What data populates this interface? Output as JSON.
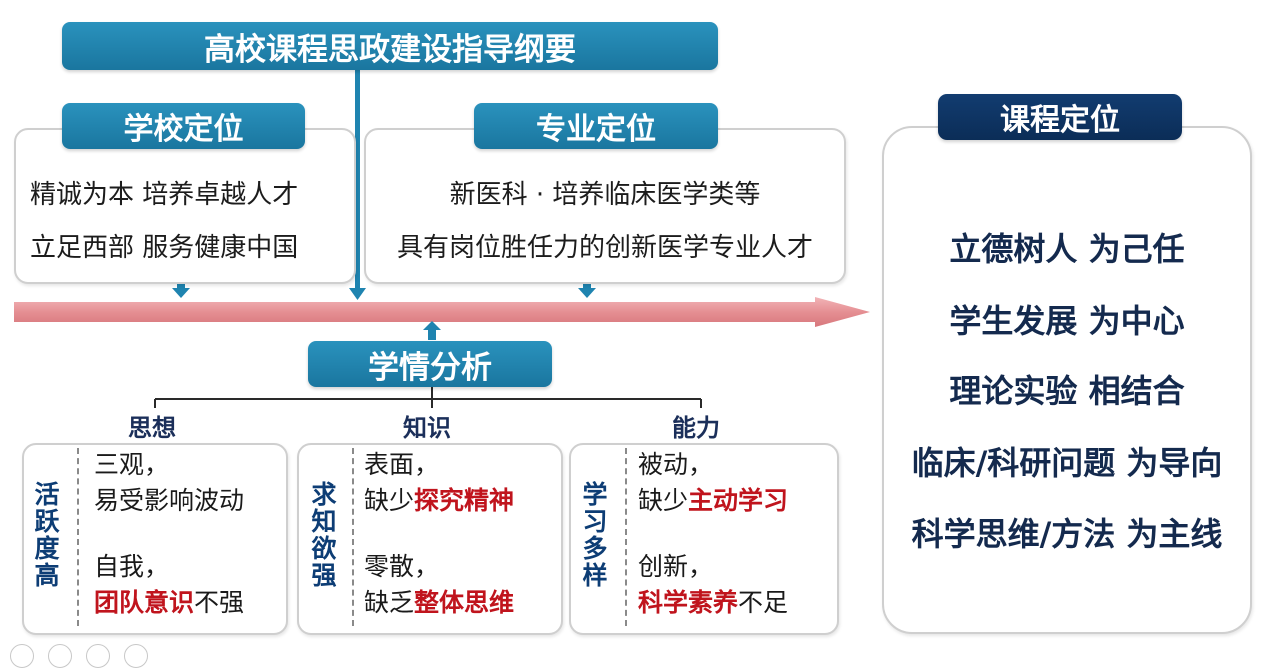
{
  "title": "高校课程思政建设指导纲要",
  "school": {
    "label": "学校定位",
    "lines": [
      "精诚为本  培养卓越人才",
      "立足西部  服务健康中国"
    ]
  },
  "major": {
    "label": "专业定位",
    "lines": [
      "新医科 · 培养临床医学类等",
      "具有岗位胜任力的创新医学专业人才"
    ]
  },
  "analysis": {
    "label": "学情分析",
    "categories": [
      {
        "name": "思想",
        "side": "活跃度高",
        "block1": {
          "line1": "三观，",
          "line2": "易受影响波动"
        },
        "block2": {
          "line1": "自我，",
          "emph": "团队意识",
          "tail": "不强"
        }
      },
      {
        "name": "知识",
        "side": "求知欲强",
        "block1": {
          "line1": "表面，",
          "pre": "缺少",
          "emph": "探究精神"
        },
        "block2": {
          "line1": "零散，",
          "pre": "缺乏",
          "emph": "整体思维"
        }
      },
      {
        "name": "能力",
        "side": "学习多样",
        "block1": {
          "line1": "被动，",
          "pre": "缺少",
          "emph": "主动学习"
        },
        "block2": {
          "line1": "创新，",
          "emph": "科学素养",
          "tail": "不足"
        }
      }
    ]
  },
  "course": {
    "label": "课程定位",
    "lines": [
      "立德树人  为己任",
      "学生发展  为中心",
      "理论实验  相结合",
      "临床/科研问题  为导向",
      "科学思维/方法  为主线"
    ]
  },
  "colors": {
    "banner_blue": "#1f84b0",
    "banner_dark": "#0b2d57",
    "arrow_red": "#e58f93",
    "emphasis_red": "#c0141d"
  }
}
